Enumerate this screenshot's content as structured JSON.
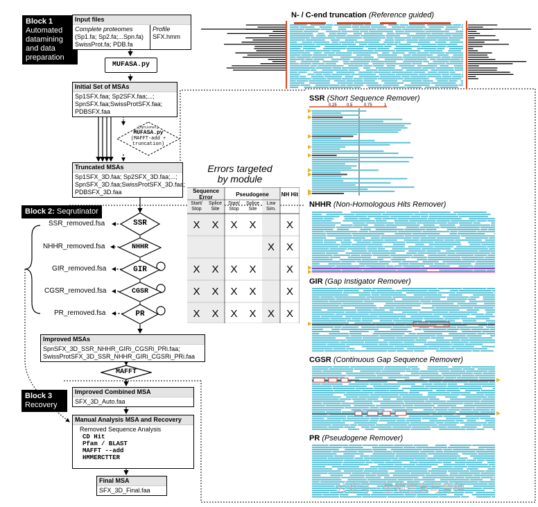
{
  "block1": {
    "title": "Block 1",
    "lines": [
      "Automated",
      "datamining",
      "and data",
      "preparation"
    ]
  },
  "block2": {
    "title": "Block 2:",
    "name": "Seqrutinator"
  },
  "block3": {
    "title": "Block 3",
    "name": "Recovery"
  },
  "input_files": {
    "header": "Input files",
    "col1_title": "Complete proteomes",
    "col1_l1": "(Sp1.fa; Sp2.fa;...Spn.fa)",
    "col1_l2": "SwissProt.fa; PDB.fa",
    "col2_title": "Profile",
    "col2_l1": "SFX.hmm"
  },
  "mufasa": "MUFASA.py",
  "initial_msas": {
    "header": "Initial Set of MSAs",
    "l1": "Sp1SFX.faa; Sp2SFX.faa;...;",
    "l2": "SpnSFX.faa;SwissProtSFX.faa;",
    "l3": "PDBSFX.faa"
  },
  "optional": {
    "tag": "[optional]",
    "l1": "MUFASA.py",
    "l2": "(MAFFT-add +",
    "l3": "truncation)"
  },
  "truncated_msas": {
    "header": "Truncated MSAs",
    "l1": "Sp1SFX_3D.faa; Sp2SFX_3D.faa;...;",
    "l2": "SpnSFX_3D.faa;SwissProtSFX_3D.faa;",
    "l3": "PDBSFX_3D.faa"
  },
  "errors_title": [
    "Errors targeted",
    "by module"
  ],
  "table": {
    "groups": [
      "Sequence Error",
      "Pseudogene",
      "NH Hit"
    ],
    "cols": [
      "Start/ Stop",
      "Splice Site",
      "Start/ Stop",
      "Splice Site",
      "Low Sim."
    ],
    "rows": [
      {
        "module": "SSR",
        "file": "SSR_removed.fsa",
        "marks": [
          "X",
          "X",
          "X",
          "X",
          "",
          "X"
        ]
      },
      {
        "module": "NHHR",
        "file": "NHHR_removed.fsa",
        "marks": [
          "",
          "",
          "",
          "",
          "X",
          "X"
        ]
      },
      {
        "module": "GIR",
        "file": "GIR_removed.fsa",
        "marks": [
          "X",
          "X",
          "X",
          "X",
          "",
          "X"
        ]
      },
      {
        "module": "CGSR",
        "file": "CGSR_removed.fsa",
        "marks": [
          "X",
          "X",
          "X",
          "X",
          "",
          "X"
        ]
      },
      {
        "module": "PR",
        "file": "PR_removed.fsa",
        "marks": [
          "X",
          "X",
          "X",
          "X",
          "X",
          "X"
        ]
      }
    ]
  },
  "improved_msas": {
    "header": "Improved MSAs",
    "l1": "SpnSFX_3D_SSR_NHHR_GIRi_CGSRi_PRi.faa;",
    "l2": "SwissProtSFX_3D_SSR_NHHR_GIRi_CGSRi_PRi.faa"
  },
  "mafft": "MAFFT",
  "improved_combined": {
    "header": "Improved Combined MSA",
    "l1": "SFX_3D_Auto.faa"
  },
  "manual": {
    "header": "Manual Analysis MSA and Recovery",
    "sub": "Removed Sequence Analysis",
    "tools": [
      "CD Hit",
      "Pfam / BLAST",
      "MAFFT --add",
      "HMMERCTTER"
    ]
  },
  "final_msa": {
    "header": "Final MSA",
    "l1": "SFX_3D_Final.faa"
  },
  "panels": {
    "trunc": {
      "title": "N- / C-end truncation",
      "sub": "(Reference guided)"
    },
    "ssr": {
      "title": "SSR",
      "sub": "(Short Sequence Remover)",
      "ticks": [
        "0.25",
        "0.5",
        "0.75",
        "1"
      ]
    },
    "nhhr": {
      "title": "NHHR",
      "sub": "(Non-Homologous Hits Remover)"
    },
    "gir": {
      "title": "GIR",
      "sub": "(Gap Instigator Remover)"
    },
    "cgsr": {
      "title": "CGSR",
      "sub": "(Continuous Gap Sequence Remover)"
    },
    "pr": {
      "title": "PR",
      "sub": "(Pseudogene Remover)"
    }
  },
  "watermark": "公众号 · 生物信息与育种",
  "colors": {
    "seq": "#5bc0d6",
    "trunc": "#e2411c",
    "marker": "#e8b52a",
    "purple": "#a23cb4",
    "magenta": "#d455c8",
    "gapbox": "#d73a3a"
  }
}
